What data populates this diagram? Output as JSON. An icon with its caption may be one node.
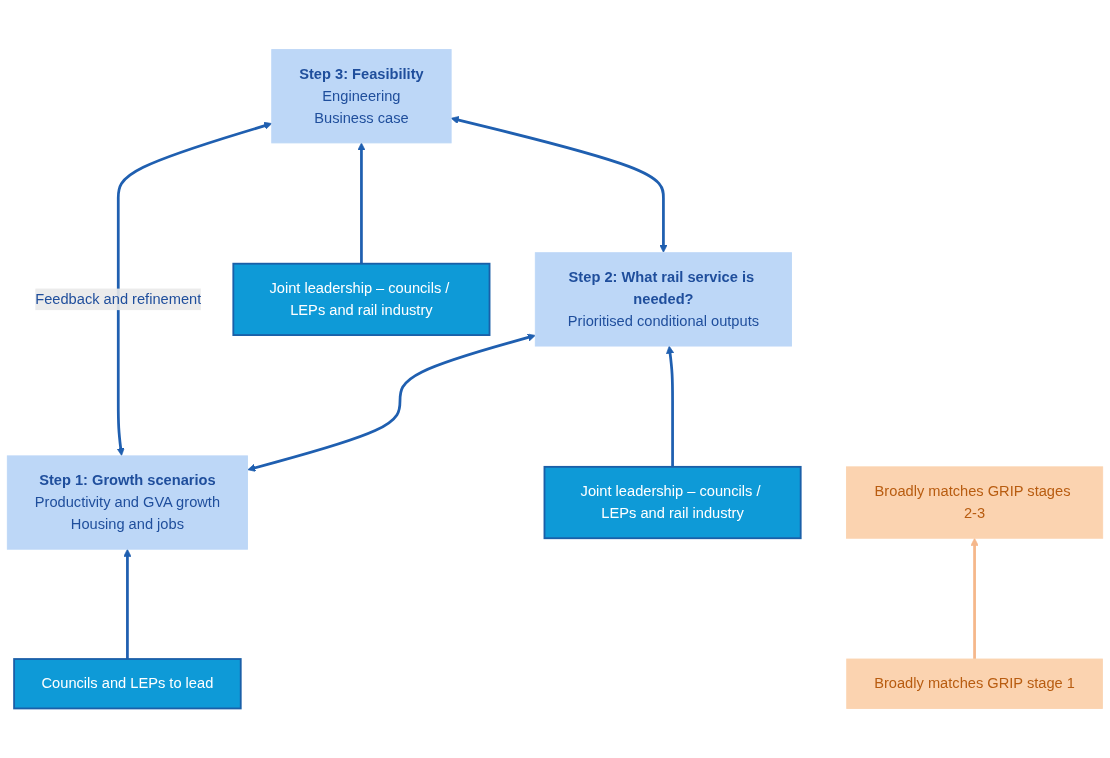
{
  "diagram": {
    "nodes": [
      {
        "text": [
          "Step 1: Growth scenarios",
          "Productivity and GVA growth",
          "Housing and jobs"
        ]
      },
      {
        "text": [
          "Step 2: What rail service is needed?",
          "Prioritised conditional outputs"
        ]
      },
      {
        "text": [
          "Step 3: Feasibility",
          "Engineering",
          "Business case"
        ]
      },
      {
        "text": [
          "Councils and LEPs to lead"
        ]
      },
      {
        "text": [
          "Joint leadership – councils / LEPs and rail industry"
        ]
      },
      {
        "text": [
          "Joint leadership – councils / LEPs and rail industry"
        ]
      },
      {
        "text": [
          "Broadly matches GRIP stage 1"
        ]
      },
      {
        "text": [
          "Broadly matches GRIP stages 2-3"
        ]
      }
    ],
    "edges": [
      {
        "from": 0,
        "to": 1,
        "arrow": "both"
      },
      {
        "from": 1,
        "to": 2,
        "arrow": "both"
      },
      {
        "from": 0,
        "to": 2,
        "arrow": "both",
        "label": "Feedback and refinement"
      },
      {
        "from": 3,
        "to": 0,
        "arrow": "to"
      },
      {
        "from": 4,
        "to": 1,
        "arrow": "to"
      },
      {
        "from": 5,
        "to": 2,
        "arrow": "to"
      },
      {
        "from": 6,
        "to": 7,
        "arrow": "to",
        "color": "#f5b78a"
      }
    ]
  }
}
